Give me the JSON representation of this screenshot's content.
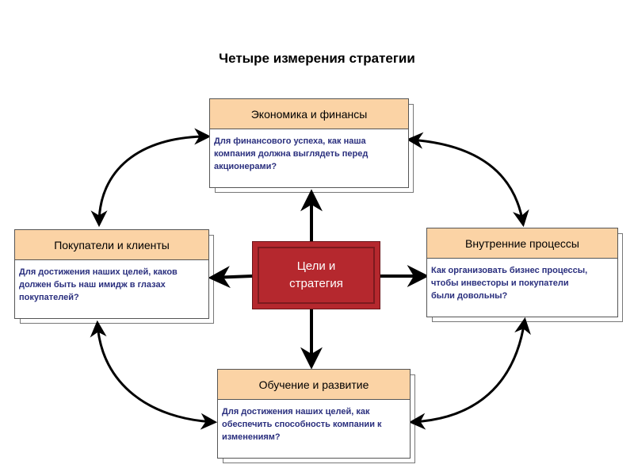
{
  "title": "Четыре измерения стратегии",
  "center": {
    "label": "Цели и\nстратегия"
  },
  "boxes": {
    "top": {
      "header": "Экономика и финансы",
      "text": "Для финансового успеха, как наша\nкомпания должна выглядеть перед\nакционерами?"
    },
    "left": {
      "header": "Покупатели и клиенты",
      "text": "Для достижения наших целей, каков\nдолжен быть наш имидж в глазах\nпокупателей?"
    },
    "right": {
      "header": "Внутренние процессы",
      "text": "Как организовать бизнес процессы,\nчтобы инвесторы и покупатели\nбыли довольны?"
    },
    "bottom": {
      "header": "Обучение и развитие",
      "text": "Для достижения наших целей, как\nобеспечить способность компании к\nизменениям?"
    }
  },
  "colors": {
    "header_fill": "#fbd3a5",
    "center_fill": "#b5282e",
    "body_text": "#2a2f7e"
  }
}
